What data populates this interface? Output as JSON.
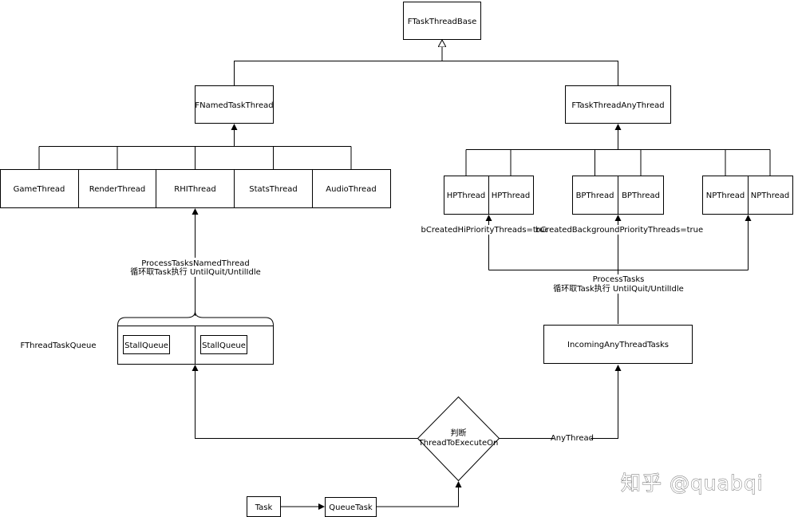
{
  "diagram": {
    "base": "FTaskThreadBase",
    "named_thread": "FNamedTaskThread",
    "any_thread": "FTaskThreadAnyThread",
    "named_children": [
      "GameThread",
      "RenderThread",
      "RHIThread",
      "StatsThread",
      "AudioThread"
    ],
    "hp_threads": [
      "HPThread",
      "HPThread"
    ],
    "bp_threads": [
      "BPThread",
      "BPThread"
    ],
    "np_threads": [
      "NPThread",
      "NPThread"
    ],
    "hp_flag": "bCreatedHiPriorityThreads=true",
    "bp_flag": "bCreatedBackgroundPriorityThreads=true",
    "queue_label": "FThreadTaskQueue",
    "stall_queues": [
      "StallQueue",
      "StallQueue"
    ],
    "process_named": {
      "line1": "ProcessTasksNamedThread",
      "line2": "循环取Task执行 UntilQuit/UntilIdle"
    },
    "process_any": {
      "line1": "ProcessTasks",
      "line2": "循环取Task执行 UntilQuit/UntilIdle"
    },
    "incoming": "IncomingAnyThreadTasks",
    "decision": {
      "line1": "判断",
      "line2": "ThreadToExecuteOn"
    },
    "anythread_edge": "AnyThread",
    "task": "Task",
    "queue_task": "QueueTask",
    "watermark": "知乎 @quabqi"
  }
}
